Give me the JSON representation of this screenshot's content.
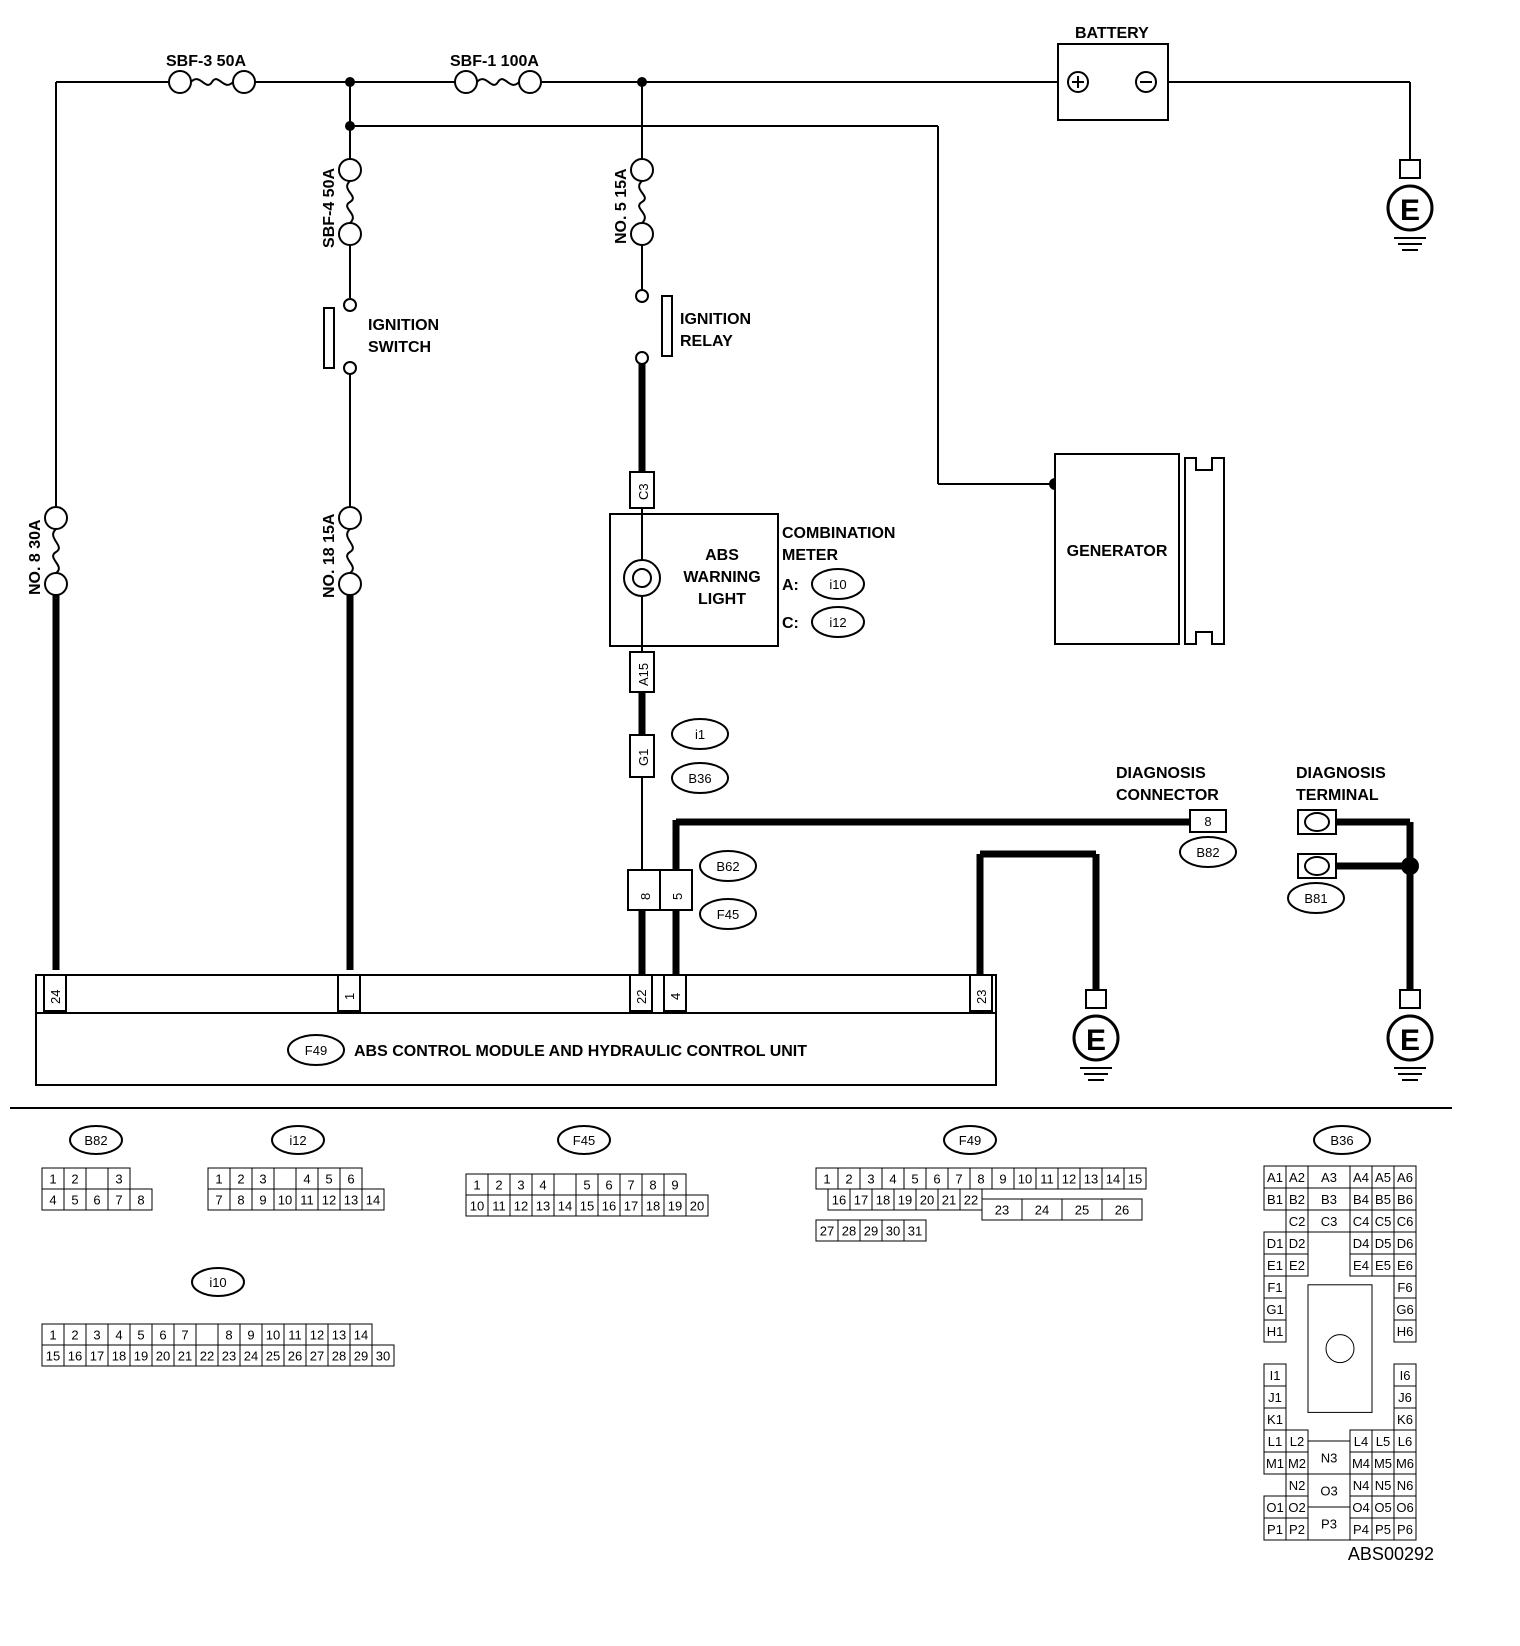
{
  "fuses": {
    "sbf3": "SBF-3 50A",
    "sbf1": "SBF-1 100A",
    "sbf4": "SBF-4 50A",
    "no5": "NO. 5 15A",
    "no8": "NO. 8 30A",
    "no18": "NO. 18 15A"
  },
  "battery": {
    "label": "BATTERY",
    "plus": "⊕",
    "minus": "⊖"
  },
  "ground_symbol": "E",
  "ignition_switch": [
    "IGNITION",
    "SWITCH"
  ],
  "ignition_relay": [
    "IGNITION",
    "RELAY"
  ],
  "generator": "GENERATOR",
  "combination_meter": {
    "title": [
      "COMBINATION",
      "METER"
    ],
    "light": [
      "ABS",
      "WARNING",
      "LIGHT"
    ],
    "conn_a_prefix": "A:",
    "conn_a": "i10",
    "conn_c_prefix": "C:",
    "conn_c": "i12",
    "pin_top": "C3",
    "pin_bottom": "A15"
  },
  "joint_connector": {
    "pin": "G1",
    "tags": [
      "i1",
      "B36"
    ]
  },
  "mid_connector": {
    "pins": [
      "8",
      "5"
    ],
    "tags": [
      "B62",
      "F45"
    ]
  },
  "diagnosis_connector": {
    "title": [
      "DIAGNOSIS",
      "CONNECTOR"
    ],
    "pin": "8",
    "tag": "B82"
  },
  "diagnosis_terminal": {
    "title": [
      "DIAGNOSIS",
      "TERMINAL"
    ],
    "tag": "B81"
  },
  "abs_module": {
    "tag": "F49",
    "title": "ABS CONTROL MODULE AND HYDRAULIC CONTROL UNIT",
    "pins": [
      "24",
      "1",
      "22",
      "4",
      "23"
    ]
  },
  "connector_views": {
    "b82": {
      "tag": "B82",
      "row1": [
        "1",
        "2",
        "",
        "3"
      ],
      "row2": [
        "4",
        "5",
        "6",
        "7",
        "8"
      ]
    },
    "i12": {
      "tag": "i12",
      "row1": [
        "1",
        "2",
        "3",
        "",
        "4",
        "5",
        "6"
      ],
      "row2": [
        "7",
        "8",
        "9",
        "10",
        "11",
        "12",
        "13",
        "14"
      ]
    },
    "f45": {
      "tag": "F45",
      "row1": [
        "1",
        "2",
        "3",
        "4",
        "",
        "5",
        "6",
        "7",
        "8",
        "9"
      ],
      "row2": [
        "10",
        "11",
        "12",
        "13",
        "14",
        "15",
        "16",
        "17",
        "18",
        "19",
        "20"
      ]
    },
    "f49": {
      "tag": "F49",
      "row1": [
        "1",
        "2",
        "3",
        "4",
        "5",
        "6",
        "7",
        "8",
        "9",
        "10",
        "11",
        "12",
        "13",
        "14",
        "15"
      ],
      "row2": [
        "16",
        "17",
        "18",
        "19",
        "20",
        "21",
        "22"
      ],
      "row2b": [
        "23",
        "24",
        "25",
        "26"
      ],
      "row3": [
        "27",
        "28",
        "29",
        "30",
        "31"
      ]
    },
    "i10": {
      "tag": "i10",
      "row1": [
        "1",
        "2",
        "3",
        "4",
        "5",
        "6",
        "7",
        "",
        "8",
        "9",
        "10",
        "11",
        "12",
        "13",
        "14"
      ],
      "row2": [
        "15",
        "16",
        "17",
        "18",
        "19",
        "20",
        "21",
        "22",
        "23",
        "24",
        "25",
        "26",
        "27",
        "28",
        "29",
        "30"
      ]
    },
    "b36": {
      "tag": "B36",
      "left": [
        "A1",
        "B1",
        "",
        "D1",
        "E1",
        "F1",
        "G1",
        "H1",
        "",
        "I1",
        "J1",
        "K1",
        "L1",
        "M1",
        "",
        "O1",
        "P1"
      ],
      "left2": [
        "A2",
        "B2",
        "C2",
        "D2",
        "E2",
        "",
        "",
        "",
        "",
        "",
        "",
        "",
        "L2",
        "M2",
        "N2",
        "O2",
        "P2"
      ],
      "center": [
        "A3",
        "B3",
        "C3",
        "N3",
        "O3",
        "P3"
      ],
      "right1": [
        "A4",
        "B4",
        "C4",
        "D4",
        "E4",
        "",
        "",
        "",
        "",
        "",
        "",
        "",
        "L4",
        "M4",
        "N4",
        "O4",
        "P4"
      ],
      "right2": [
        "A5",
        "B5",
        "C5",
        "D5",
        "E5",
        "",
        "",
        "",
        "",
        "",
        "",
        "",
        "L5",
        "M5",
        "N5",
        "O5",
        "P5"
      ],
      "right3": [
        "A6",
        "B6",
        "C6",
        "D6",
        "E6",
        "F6",
        "G6",
        "H6",
        "",
        "I6",
        "J6",
        "K6",
        "L6",
        "M6",
        "N6",
        "O6",
        "P6"
      ]
    }
  },
  "figure_id": "ABS00292"
}
